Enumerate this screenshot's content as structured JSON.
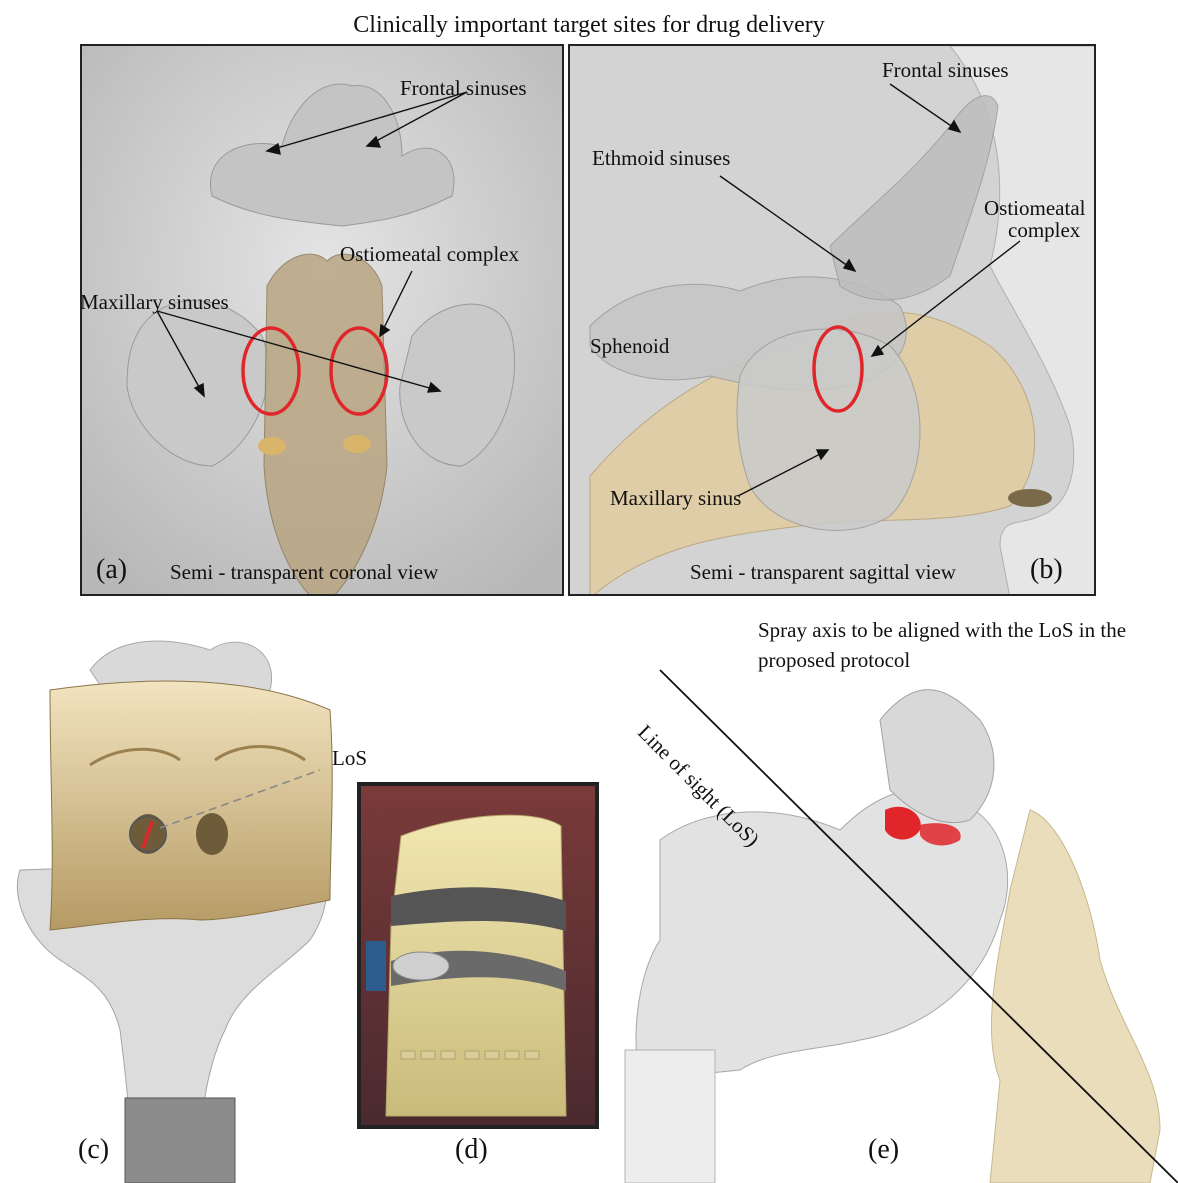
{
  "figure_title": "Clinically important target sites for drug delivery",
  "panel_a": {
    "frontal": "Frontal sinuses",
    "ostiomeatal": "Ostiomeatal complex",
    "maxillary": "Maxillary sinuses",
    "caption": "Semi - transparent coronal view",
    "letter": "(a)"
  },
  "panel_b": {
    "frontal": "Frontal sinuses",
    "ethmoid": "Ethmoid sinuses",
    "ostiomeatal_1": "Ostiomeatal",
    "ostiomeatal_2": "complex",
    "sphenoid": "Sphenoid",
    "maxillary": "Maxillary sinus",
    "caption": "Semi - transparent sagittal view",
    "letter": "(b)"
  },
  "panel_c": {
    "los": "LoS",
    "letter": "(c)"
  },
  "panel_d": {
    "letter": "(d)"
  },
  "panel_e": {
    "note_1": "Spray axis to be aligned with the LoS in the",
    "note_2": "proposed protocol",
    "line_of_sight": "Line of sight (LoS)",
    "letter": "(e)"
  },
  "colors": {
    "highlight": "#e0262a",
    "tissue": "#d9c89c",
    "shell": "#d4d4d4"
  }
}
